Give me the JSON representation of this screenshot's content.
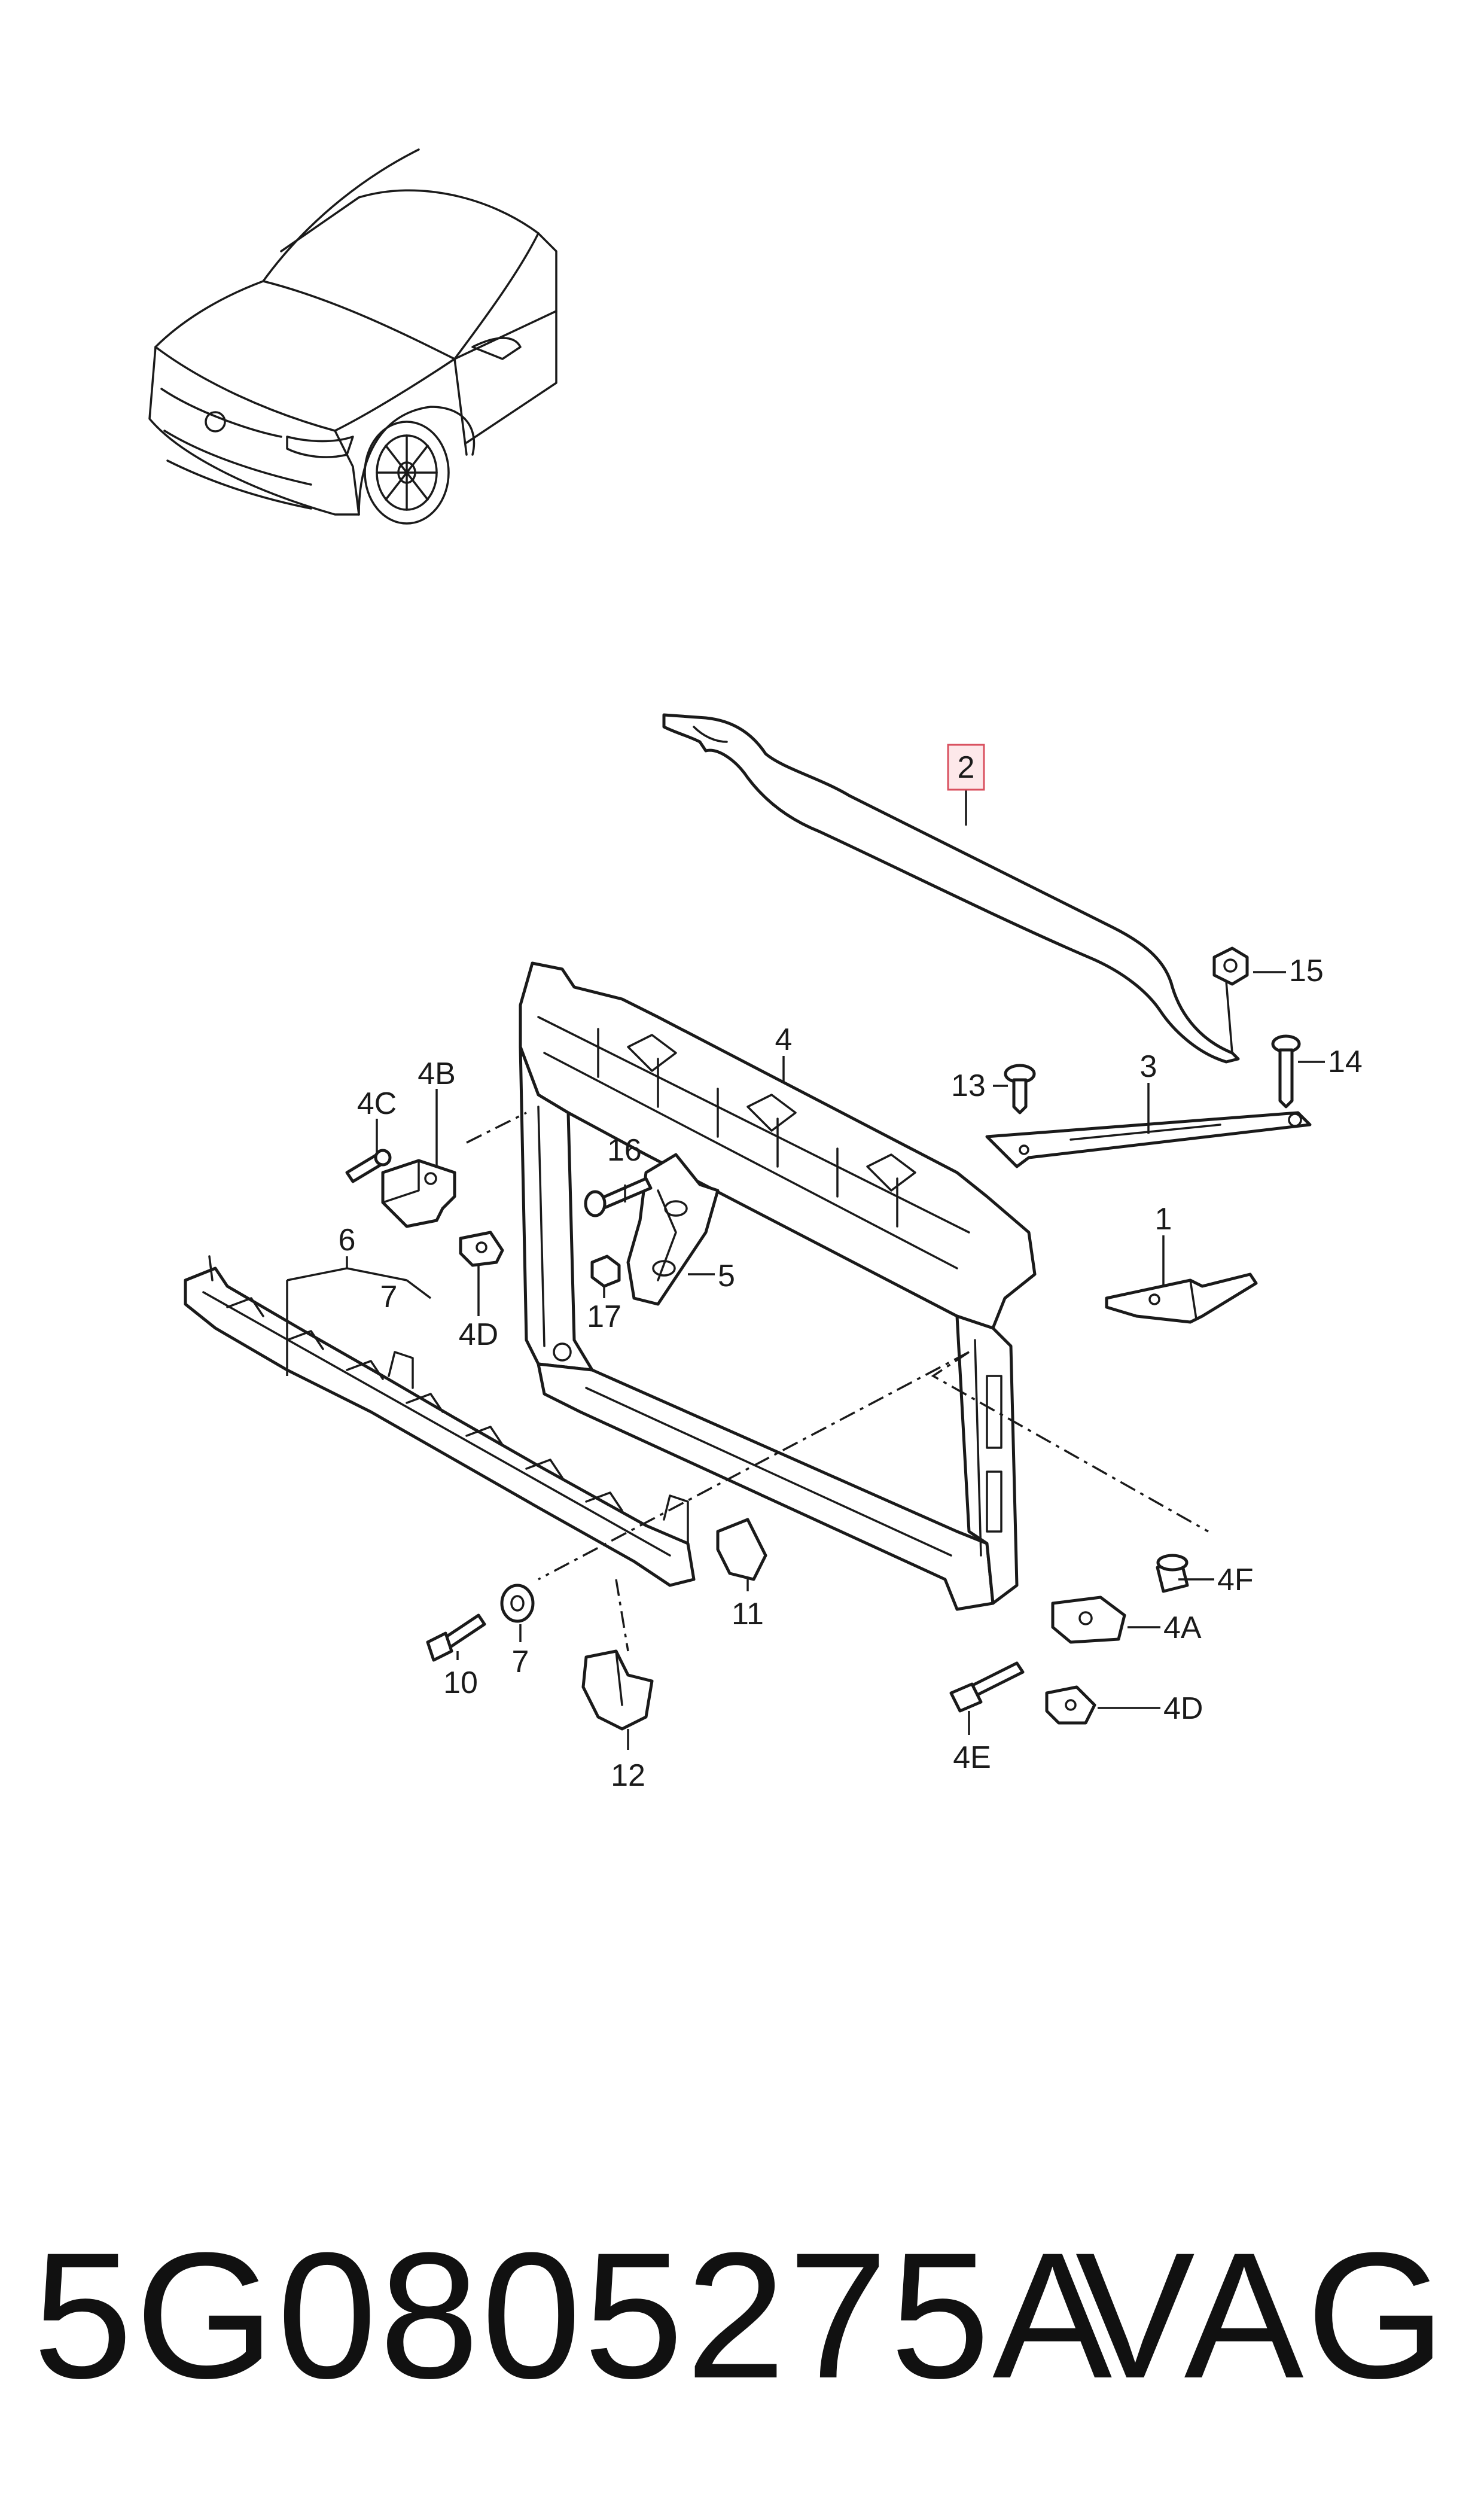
{
  "diagram": {
    "callouts": [
      {
        "id": "c1",
        "label": "1"
      },
      {
        "id": "c2",
        "label": "2",
        "highlighted": true
      },
      {
        "id": "c3",
        "label": "3"
      },
      {
        "id": "c4",
        "label": "4"
      },
      {
        "id": "c4a",
        "label": "4A"
      },
      {
        "id": "c4b",
        "label": "4B"
      },
      {
        "id": "c4c",
        "label": "4C"
      },
      {
        "id": "c4d_left",
        "label": "4D"
      },
      {
        "id": "c4d_right",
        "label": "4D"
      },
      {
        "id": "c4e",
        "label": "4E"
      },
      {
        "id": "c4f",
        "label": "4F"
      },
      {
        "id": "c5",
        "label": "5"
      },
      {
        "id": "c6",
        "label": "6"
      },
      {
        "id": "c7_top",
        "label": "7"
      },
      {
        "id": "c7_bottom",
        "label": "7"
      },
      {
        "id": "c10",
        "label": "10"
      },
      {
        "id": "c11",
        "label": "11"
      },
      {
        "id": "c12",
        "label": "12"
      },
      {
        "id": "c13",
        "label": "13"
      },
      {
        "id": "c14",
        "label": "14"
      },
      {
        "id": "c15",
        "label": "15"
      },
      {
        "id": "c16",
        "label": "16"
      },
      {
        "id": "c17",
        "label": "17"
      }
    ],
    "highlight_color": "#d9505f"
  },
  "footer": {
    "part_number": "5G0805275A",
    "brand": "VAG"
  }
}
